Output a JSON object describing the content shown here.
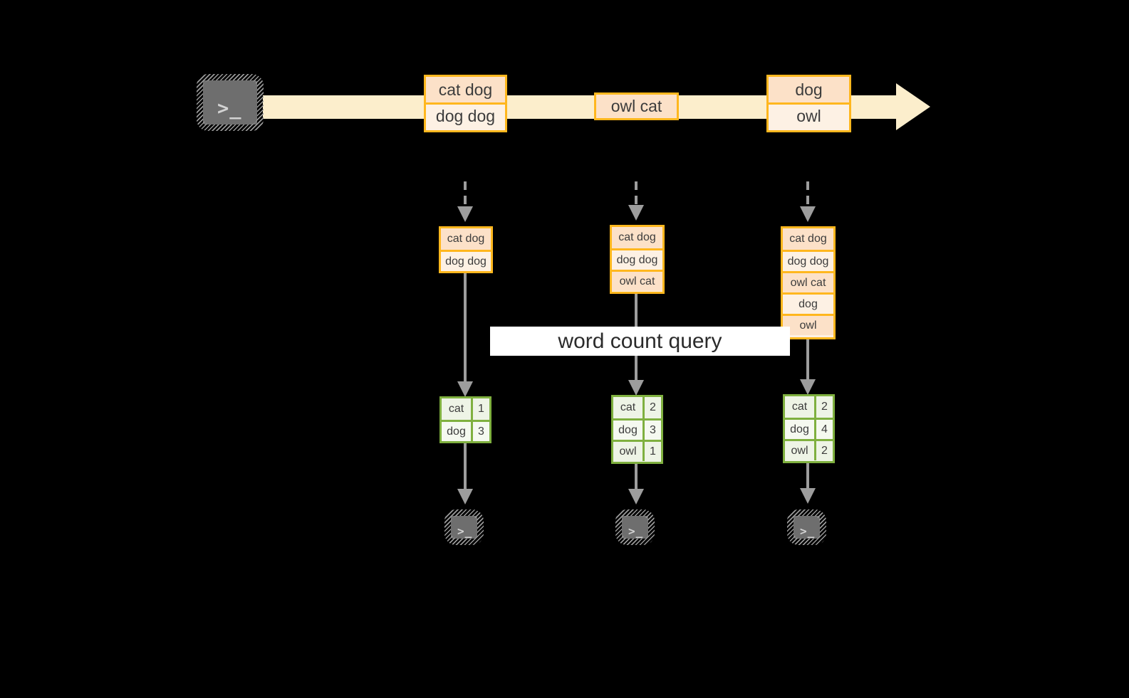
{
  "diagram": {
    "title_label": "word count query",
    "colors": {
      "stream_band": "#fceecc",
      "msg_border": "#ffb71e",
      "msg_fill_light": "#fdf1e4",
      "msg_fill_dark": "#fce1c8",
      "result_border": "#7fb03f",
      "result_fill_dark": "#eef4e6",
      "result_fill_light": "#f5f9f0",
      "connector": "#9d9d9d",
      "terminal_body": "#6e6e6e",
      "terminal_hatch": "#9a9a9a",
      "background": "#000000",
      "label_band": "#ffffff"
    },
    "producer_terminal": {
      "prompt": ">_"
    },
    "stream": {
      "groups": [
        {
          "id": "group-1",
          "rows": [
            "cat dog",
            "dog dog"
          ]
        },
        {
          "id": "group-2",
          "rows": [
            "owl cat"
          ]
        },
        {
          "id": "group-3",
          "rows": [
            "dog",
            "owl"
          ]
        }
      ]
    },
    "state_tables": [
      {
        "id": "state-1",
        "rows": [
          "cat dog",
          "dog dog"
        ]
      },
      {
        "id": "state-2",
        "rows": [
          "cat dog",
          "dog dog",
          "owl cat"
        ]
      },
      {
        "id": "state-3",
        "rows": [
          "cat dog",
          "dog dog",
          "owl cat",
          "dog",
          "owl"
        ]
      }
    ],
    "result_tables": [
      {
        "id": "result-1",
        "rows": [
          {
            "word": "cat",
            "count": "1"
          },
          {
            "word": "dog",
            "count": "3"
          }
        ]
      },
      {
        "id": "result-2",
        "rows": [
          {
            "word": "cat",
            "count": "2"
          },
          {
            "word": "dog",
            "count": "3"
          },
          {
            "word": "owl",
            "count": "1"
          }
        ]
      },
      {
        "id": "result-3",
        "rows": [
          {
            "word": "cat",
            "count": "2"
          },
          {
            "word": "dog",
            "count": "4"
          },
          {
            "word": "owl",
            "count": "2"
          }
        ]
      }
    ],
    "consumer_terminals": [
      {
        "id": "consumer-1",
        "prompt": ">_"
      },
      {
        "id": "consumer-2",
        "prompt": ">_"
      },
      {
        "id": "consumer-3",
        "prompt": ">_"
      }
    ]
  }
}
